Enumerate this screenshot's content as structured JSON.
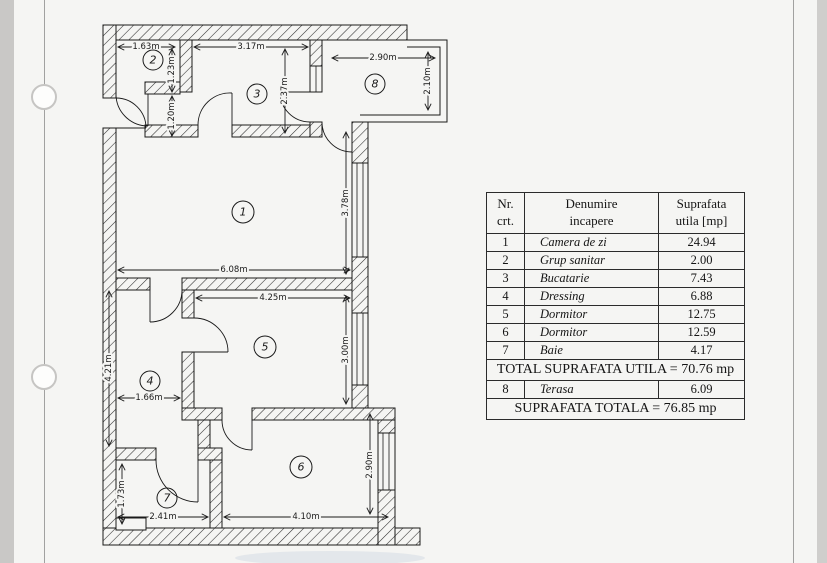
{
  "page": {
    "background": "#f5f5f3",
    "margin_color": "#c9c8c6",
    "ink_color": "#1a1a1a",
    "stamp_smudge_color": "#8aa0c0"
  },
  "plan": {
    "room_numbers": [
      "1",
      "2",
      "3",
      "4",
      "5",
      "6",
      "7",
      "8"
    ],
    "dims": [
      "1.63m",
      "1.23m",
      "1.20m",
      "3.17m",
      "2.37m",
      "2.90m",
      "2.10m",
      "3.78m",
      "6.08m",
      "4.25m",
      "3.00m",
      "4.21m",
      "1.66m",
      "1.73m",
      "2.41m",
      "4.10m",
      "2.90m"
    ]
  },
  "table": {
    "headers": [
      [
        "Nr.",
        "crt."
      ],
      [
        "Denumire",
        "incapere"
      ],
      [
        "Suprafata",
        "utila [mp]"
      ]
    ],
    "rows": [
      {
        "nr": "1",
        "name": "Camera de zi",
        "area": "24.94"
      },
      {
        "nr": "2",
        "name": "Grup sanitar",
        "area": "2.00"
      },
      {
        "nr": "3",
        "name": "Bucatarie",
        "area": "7.43"
      },
      {
        "nr": "4",
        "name": "Dressing",
        "area": "6.88"
      },
      {
        "nr": "5",
        "name": "Dormitor",
        "area": "12.75"
      },
      {
        "nr": "6",
        "name": "Dormitor",
        "area": "12.59"
      },
      {
        "nr": "7",
        "name": "Baie",
        "area": "4.17"
      }
    ],
    "total_utila": "TOTAL SUPRAFATA UTILA = 70.76 mp",
    "terasa_row": {
      "nr": "8",
      "name": "Terasa",
      "area": "6.09"
    },
    "total_totala": "SUPRAFATA TOTALA = 76.85 mp"
  }
}
